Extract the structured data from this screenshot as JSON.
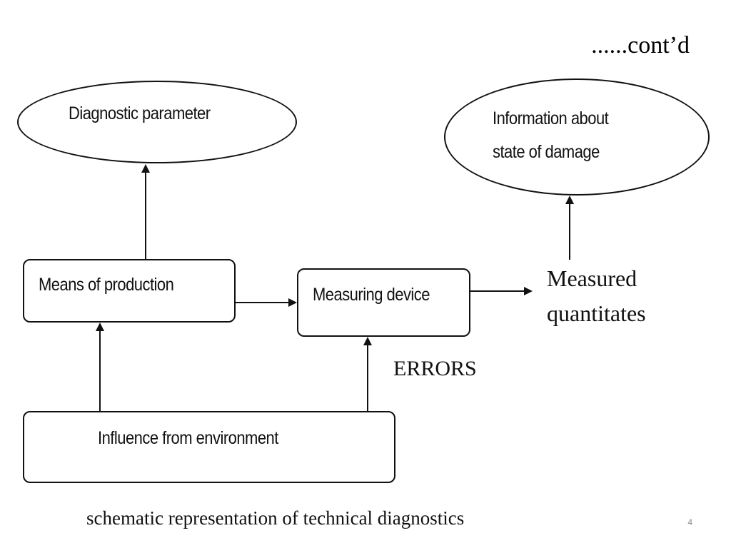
{
  "slide": {
    "continuation": "......cont’d",
    "caption": "schematic representation  of technical diagnostics",
    "page_number": "4"
  },
  "diagram": {
    "nodes": {
      "diagnostic_parameter": "Diagnostic parameter",
      "information_state": {
        "line1": "Information about",
        "line2": "state of damage"
      },
      "means_of_production": "Means of production",
      "measuring_device": "Measuring device",
      "measured_quantities": {
        "line1": "Measured",
        "line2": "quantitates"
      },
      "errors": "ERRORS",
      "influence_environment": "Influence from environment"
    }
  }
}
